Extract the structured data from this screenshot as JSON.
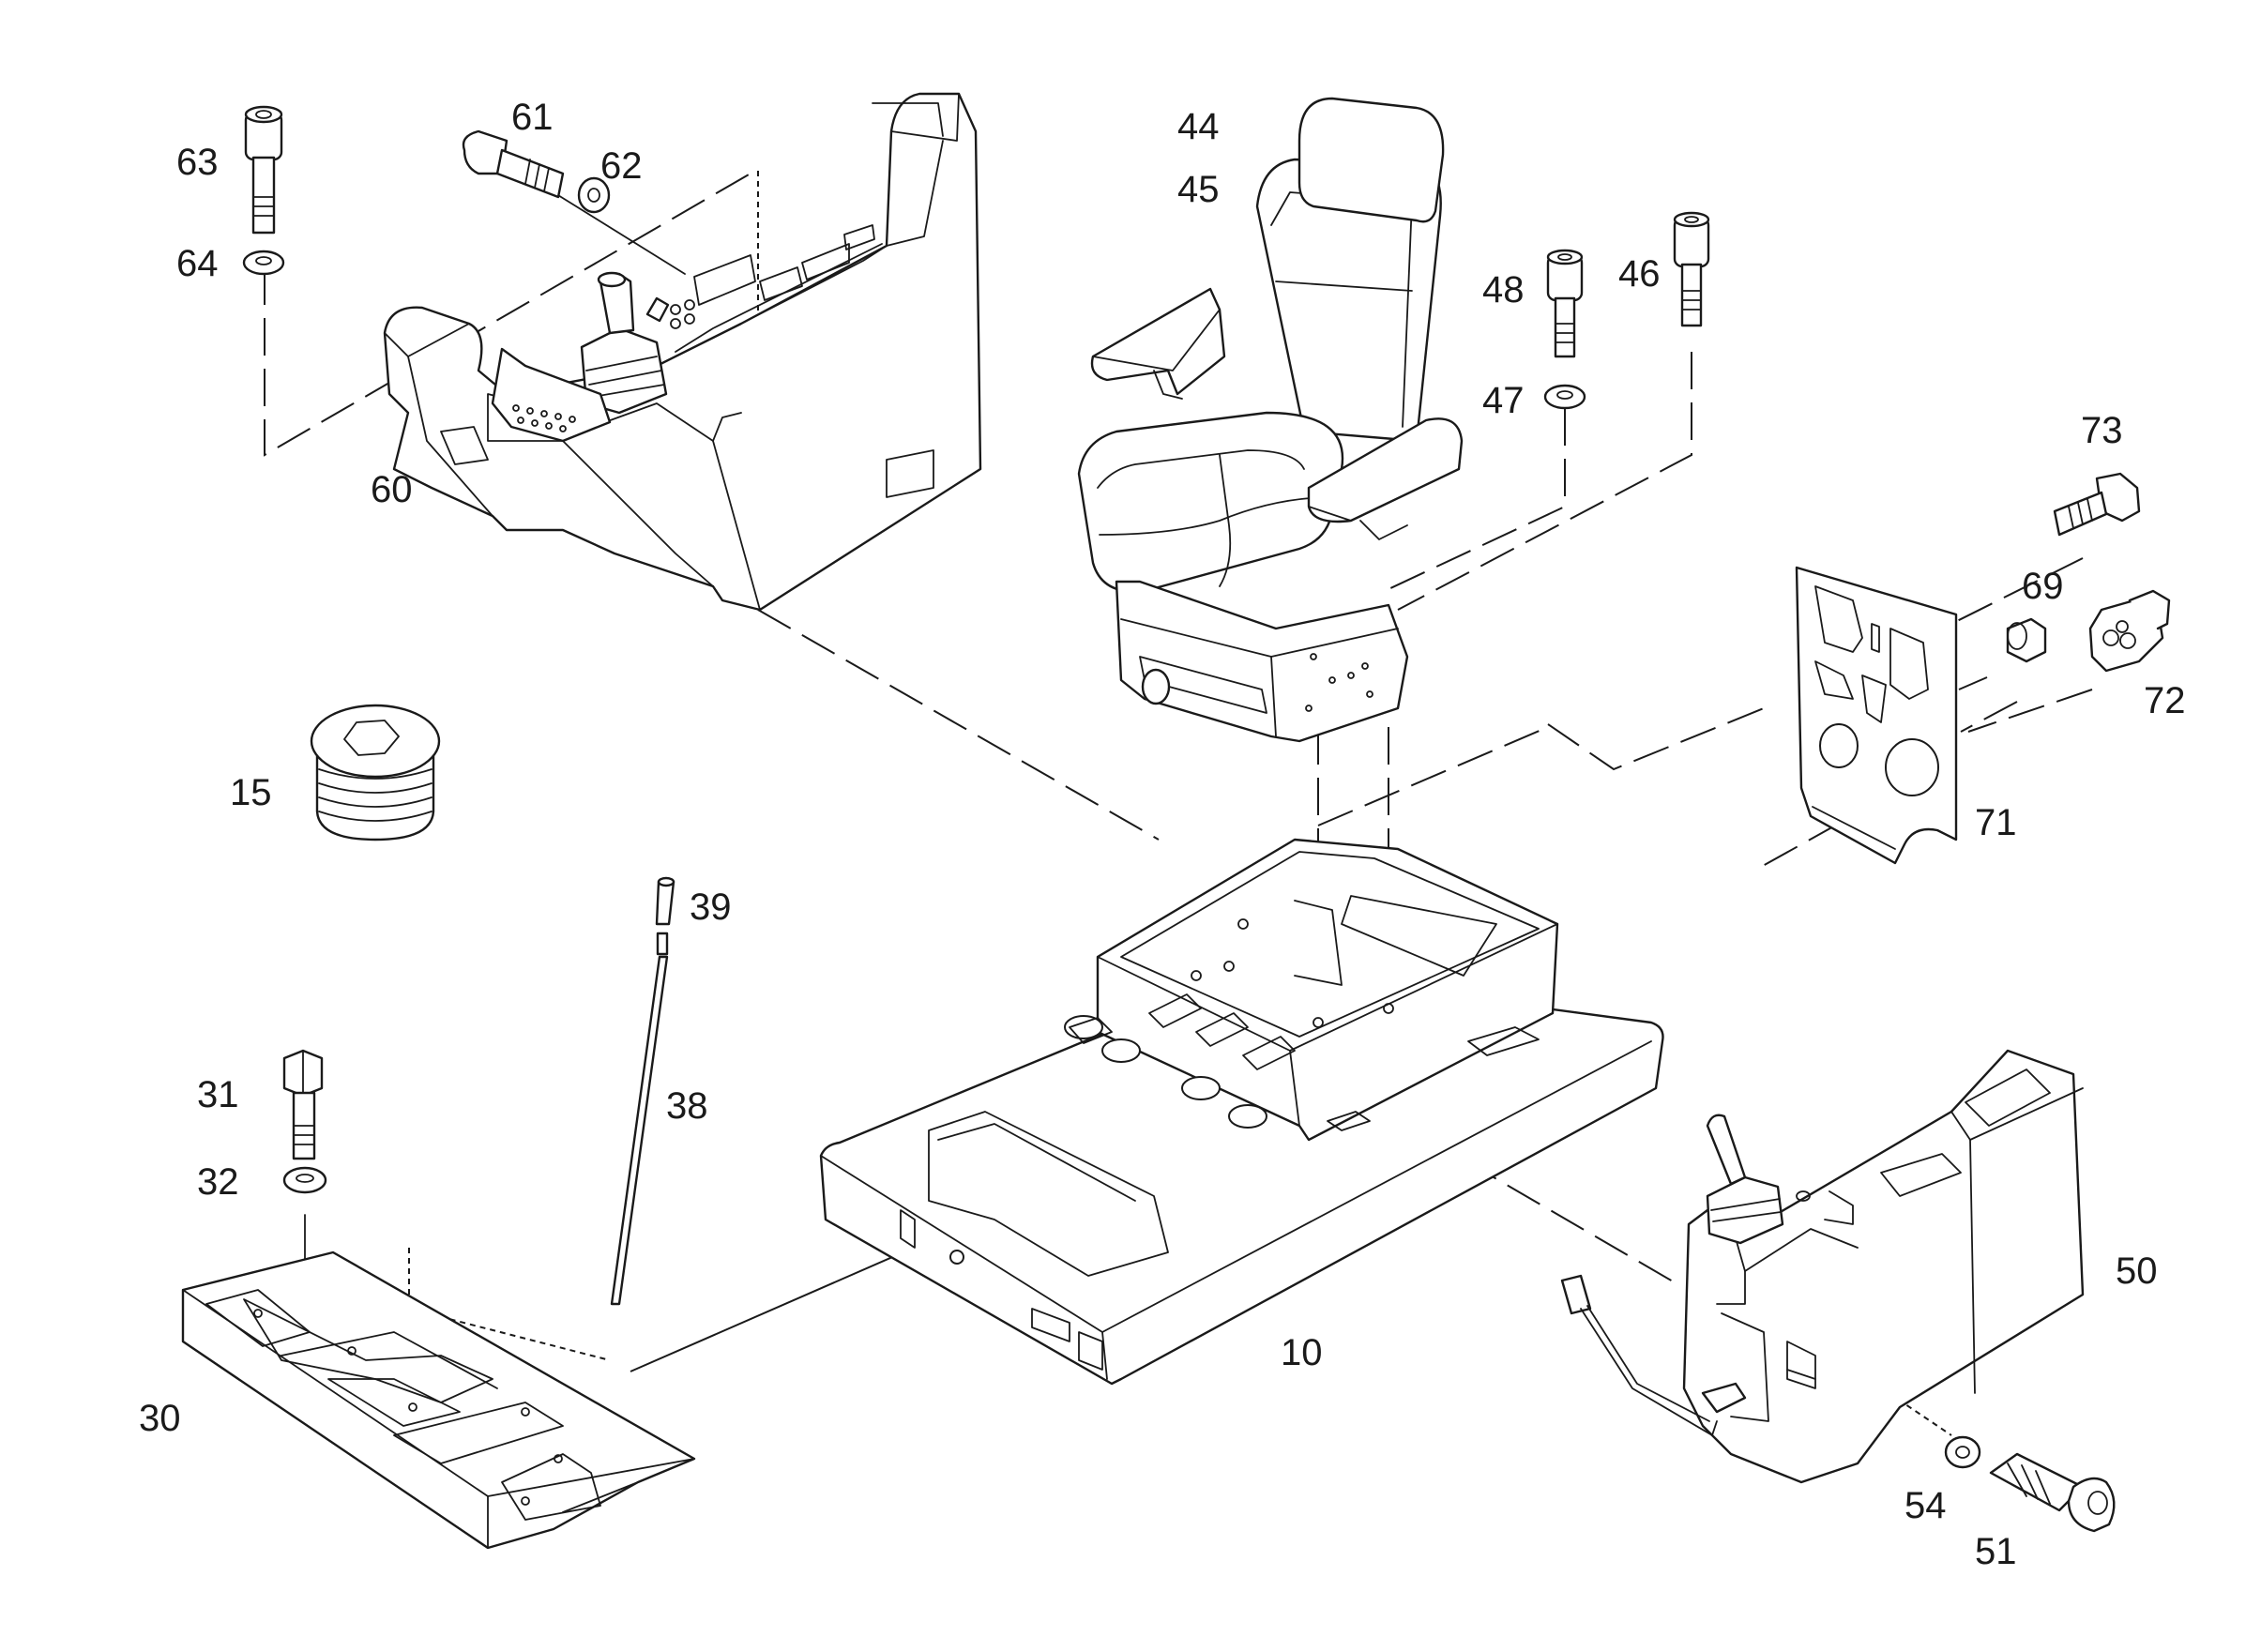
{
  "labels": {
    "p10": "10",
    "p15": "15",
    "p30": "30",
    "p31": "31",
    "p32": "32",
    "p38": "38",
    "p39": "39",
    "p44": "44",
    "p45": "45",
    "p46": "46",
    "p47": "47",
    "p48": "48",
    "p50": "50",
    "p51": "51",
    "p54": "54",
    "p60": "60",
    "p61": "61",
    "p62": "62",
    "p63": "63",
    "p64": "64",
    "p69": "69",
    "p71": "71",
    "p72": "72",
    "p73": "73"
  },
  "colors": {
    "line": "#1a1a1a",
    "background": "#ffffff"
  }
}
